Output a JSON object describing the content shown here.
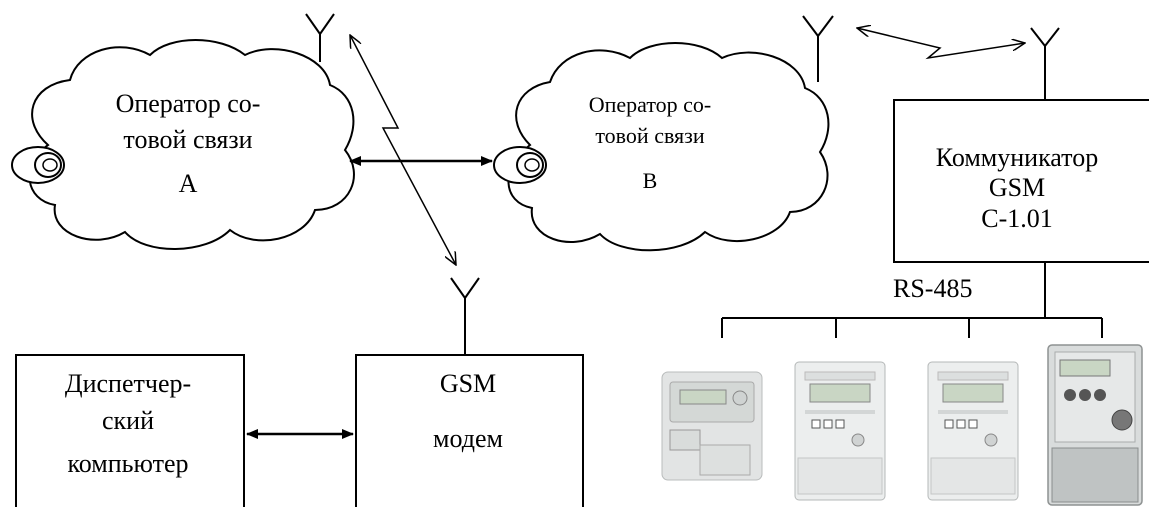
{
  "cloud_a": {
    "line1": "Оператор со-",
    "line2": "товой связи",
    "line3": "A"
  },
  "cloud_b": {
    "line1": "Оператор со-",
    "line2": "товой связи",
    "line3": "B"
  },
  "communicator": {
    "line1": "Коммуникатор",
    "line2": "GSM",
    "line3": "C-1.01"
  },
  "bus_label": "RS-485",
  "dispatcher": {
    "line1": "Диспетчер-",
    "line2": "ский",
    "line3": "компьютер"
  },
  "modem": {
    "line1": "GSM",
    "line2": "модем"
  },
  "meters": [
    "meter-1",
    "meter-2",
    "meter-3",
    "meter-4"
  ],
  "colors": {
    "line": "#000000",
    "meter_body": "#e9ecef",
    "meter_screen": "#c9d6c4"
  }
}
